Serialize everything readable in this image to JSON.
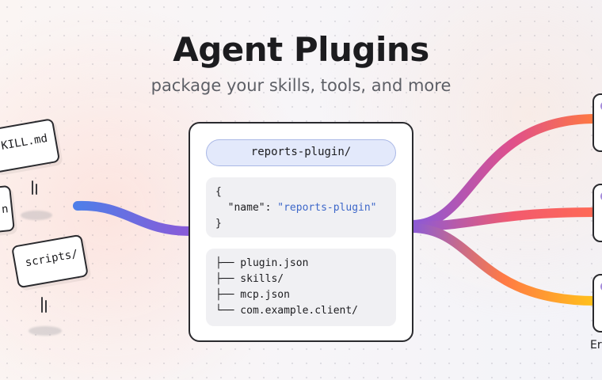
{
  "header": {
    "title": "Agent Plugins",
    "subtitle": "package your skills, tools, and more"
  },
  "inputs": {
    "skill_chip": "KILL.md",
    "partial_chip": "n",
    "scripts_chip": "scripts/"
  },
  "plugin_card": {
    "folder": "reports-plugin/",
    "json_open": "{",
    "json_key": "\"name\"",
    "json_sep": ": ",
    "json_value": "\"reports-plugin\"",
    "json_close": "}",
    "tree": [
      "├── plugin.json",
      "├── skills/",
      "├── mcp.json",
      "└── com.example.client/"
    ]
  },
  "outputs": {
    "partial_label": "Er"
  },
  "colors": {
    "flow_start": "#4f7ee8",
    "flow_mid": "#9a56d6",
    "flow_end_red": "#ff6a55",
    "flow_end_orange": "#ff9a30",
    "flow_end_yellow": "#ffc21a",
    "folder_pill_bg": "#e3e9fb",
    "json_value": "#3d67c9"
  }
}
